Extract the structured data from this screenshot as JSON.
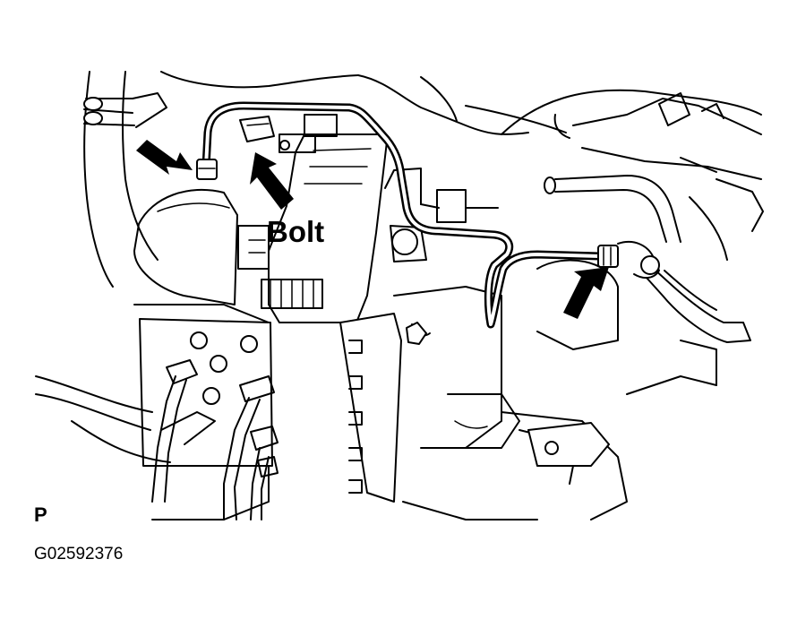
{
  "labels": {
    "bolt": "Bolt",
    "view_letter": "P",
    "figure_code": "G02592376"
  },
  "colors": {
    "line": "#000000",
    "background": "#ffffff"
  }
}
